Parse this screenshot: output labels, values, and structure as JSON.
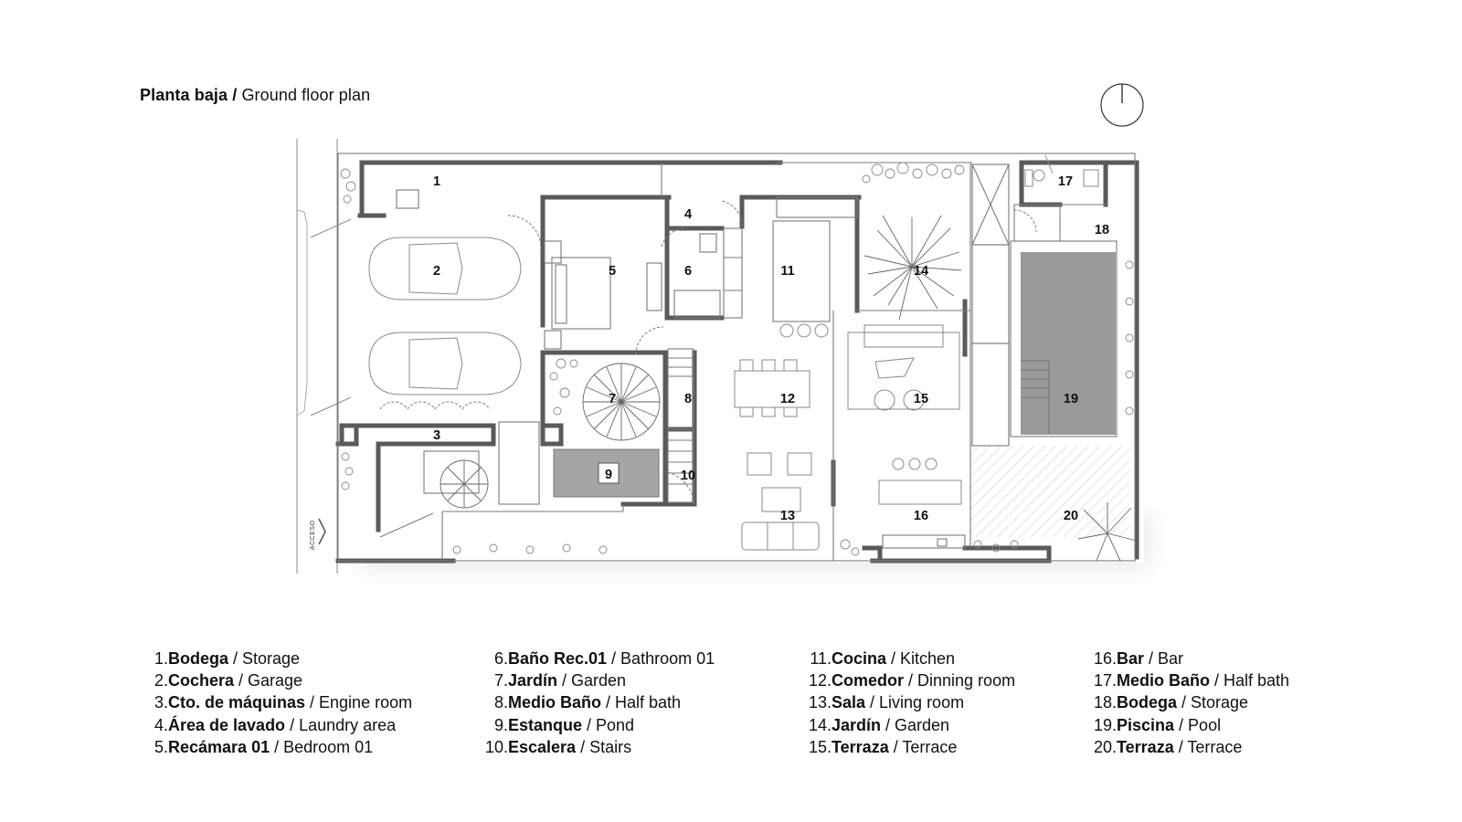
{
  "title": {
    "bold": "Planta baja /",
    "regular": " Ground floor plan"
  },
  "plan": {
    "access_label": "ACCESO",
    "room_numbers": [
      "1",
      "2",
      "3",
      "4",
      "5",
      "6",
      "7",
      "8",
      "9",
      "10",
      "11",
      "12",
      "13",
      "14",
      "15",
      "16",
      "17",
      "18",
      "19",
      "20"
    ],
    "compass": "north-arrow-icon",
    "colors": {
      "wall": "#5a5a5a",
      "pool": "#9a9a9a",
      "pond": "#9e9e9e",
      "line": "#6b6b6b"
    }
  },
  "legend": [
    {
      "num": "1.",
      "es": "Bodega",
      "en": " / Storage"
    },
    {
      "num": "2.",
      "es": "Cochera",
      "en": " / Garage"
    },
    {
      "num": "3.",
      "es": "Cto. de máquinas",
      "en": " / Engine room"
    },
    {
      "num": "4.",
      "es": "Área de lavado",
      "en": " / Laundry area"
    },
    {
      "num": "5.",
      "es": "Recámara 01",
      "en": " / Bedroom 01"
    },
    {
      "num": "6.",
      "es": "Baño Rec.01",
      "en": " / Bathroom 01"
    },
    {
      "num": "7.",
      "es": "Jardín",
      "en": " / Garden"
    },
    {
      "num": "8.",
      "es": "Medio Baño",
      "en": " / Half bath"
    },
    {
      "num": "9.",
      "es": "Estanque",
      "en": " / Pond"
    },
    {
      "num": "10.",
      "es": "Escalera",
      "en": " / Stairs"
    },
    {
      "num": "11.",
      "es": "Cocina",
      "en": " / Kitchen"
    },
    {
      "num": "12.",
      "es": "Comedor",
      "en": " / Dinning room"
    },
    {
      "num": "13.",
      "es": "Sala",
      "en": " / Living room"
    },
    {
      "num": "14.",
      "es": "Jardín",
      "en": " / Garden"
    },
    {
      "num": "15.",
      "es": "Terraza",
      "en": " / Terrace"
    },
    {
      "num": "16.",
      "es": "Bar",
      "en": " / Bar"
    },
    {
      "num": "17.",
      "es": "Medio Baño",
      "en": " / Half bath"
    },
    {
      "num": "18.",
      "es": "Bodega",
      "en": " / Storage"
    },
    {
      "num": "19.",
      "es": "Piscina",
      "en": " / Pool"
    },
    {
      "num": "20.",
      "es": "Terraza",
      "en": " / Terrace"
    }
  ]
}
